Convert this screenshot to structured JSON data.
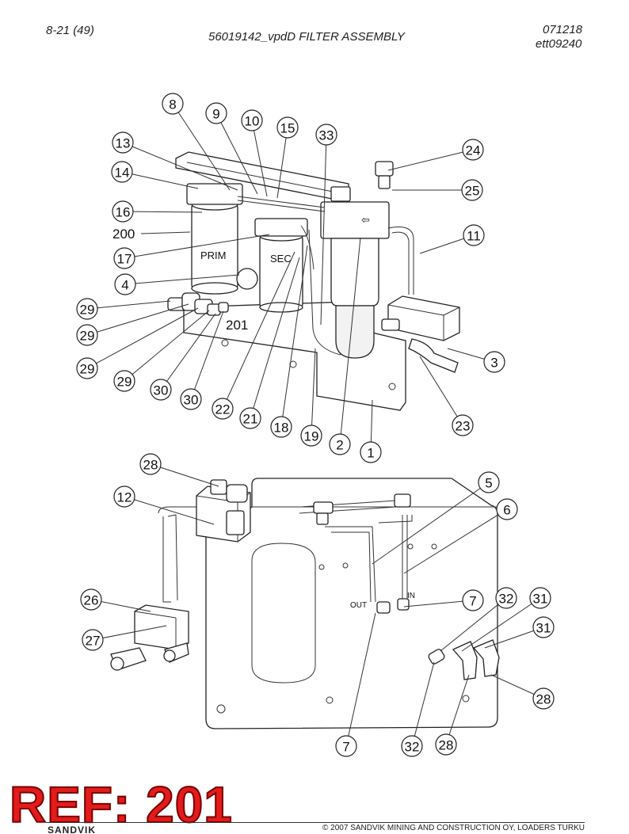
{
  "header": {
    "page": "8-21 (49)",
    "title": "56019142_vpdD FILTER ASSEMBLY",
    "date": "071218",
    "code": "ett09240"
  },
  "labels": {
    "prim": "PRIM",
    "sec": "SEC",
    "out": "OUT",
    "in": "IN"
  },
  "callouts": {
    "c8": "8",
    "c9": "9",
    "c10": "10",
    "c15": "15",
    "c33": "33",
    "c13": "13",
    "c24": "24",
    "c14": "14",
    "c25": "25",
    "c16": "16",
    "c200": "200",
    "c11": "11",
    "c17": "17",
    "c4": "4",
    "c29a": "29",
    "c29b": "29",
    "c29c": "29",
    "c29d": "29",
    "c201": "201",
    "c3": "3",
    "c30a": "30",
    "c30b": "30",
    "c22": "22",
    "c21": "21",
    "c18": "18",
    "c19": "19",
    "c2": "2",
    "c1": "1",
    "c23": "23",
    "c28a": "28",
    "c12": "12",
    "c5": "5",
    "c6": "6",
    "c26": "26",
    "c7a": "7",
    "c32a": "32",
    "c31a": "31",
    "c27": "27",
    "c31b": "31",
    "c28b": "28",
    "c7b": "7",
    "c32b": "32",
    "c28c": "28"
  },
  "stamp": "REF: 201",
  "footer": {
    "copyright": "© 2007 SANDVIK MINING AND CONSTRUCTION OY, LOADERS TURKU",
    "brand": "SANDVIK"
  },
  "colors": {
    "stamp_fill": "#e21b1b",
    "stamp_outline": "#7a0000",
    "line": "#222222"
  }
}
